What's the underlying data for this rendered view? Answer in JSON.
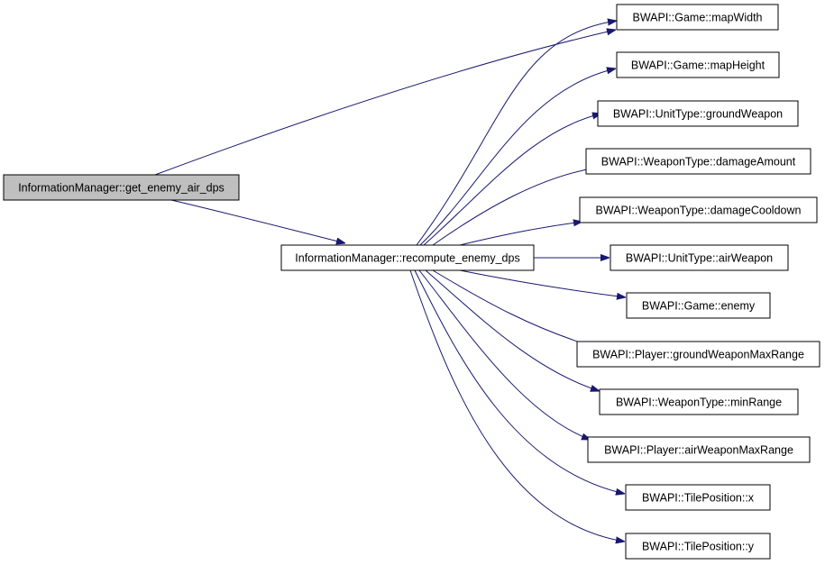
{
  "diagram": {
    "type": "call-graph",
    "edge_color": "#191970",
    "root_fill": "#bfbfbf",
    "nodes": {
      "root": "InformationManager::get_enemy_air_dps",
      "recompute": "InformationManager::recompute_enemy_dps",
      "mapWidth": "BWAPI::Game::mapWidth",
      "mapHeight": "BWAPI::Game::mapHeight",
      "groundWeapon": "BWAPI::UnitType::groundWeapon",
      "damageAmount": "BWAPI::WeaponType::damageAmount",
      "damageCooldown": "BWAPI::WeaponType::damageCooldown",
      "airWeapon": "BWAPI::UnitType::airWeapon",
      "enemy": "BWAPI::Game::enemy",
      "groundWeaponMaxRange": "BWAPI::Player::groundWeaponMaxRange",
      "minRange": "BWAPI::WeaponType::minRange",
      "airWeaponMaxRange": "BWAPI::Player::airWeaponMaxRange",
      "tileX": "BWAPI::TilePosition::x",
      "tileY": "BWAPI::TilePosition::y"
    },
    "edges": [
      [
        "root",
        "mapWidth"
      ],
      [
        "root",
        "recompute"
      ],
      [
        "recompute",
        "mapWidth"
      ],
      [
        "recompute",
        "mapHeight"
      ],
      [
        "recompute",
        "groundWeapon"
      ],
      [
        "recompute",
        "damageAmount"
      ],
      [
        "recompute",
        "damageCooldown"
      ],
      [
        "recompute",
        "airWeapon"
      ],
      [
        "recompute",
        "enemy"
      ],
      [
        "recompute",
        "groundWeaponMaxRange"
      ],
      [
        "recompute",
        "minRange"
      ],
      [
        "recompute",
        "airWeaponMaxRange"
      ],
      [
        "recompute",
        "tileX"
      ],
      [
        "recompute",
        "tileY"
      ]
    ]
  }
}
